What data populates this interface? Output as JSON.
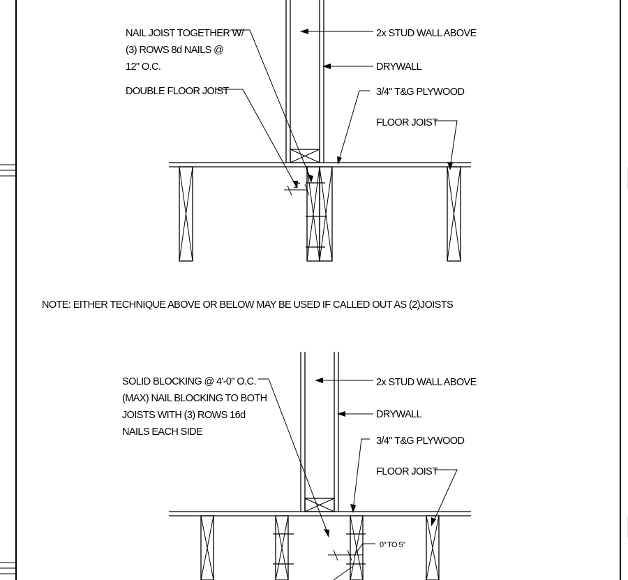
{
  "top_detail": {
    "nail_note": [
      "NAIL JOIST TOGETHER W/",
      "(3) ROWS 8d NAILS @",
      "12\" O.C."
    ],
    "double_joist": "DOUBLE FLOOR JOIST",
    "stud_wall": "2x STUD WALL ABOVE",
    "drywall": "DRYWALL",
    "plywood": "3/4\" T&G PLYWOOD",
    "floor_joist": "FLOOR JOIST",
    "dim": "2\""
  },
  "note": "NOTE: EITHER TECHNIQUE ABOVE OR BELOW MAY BE USED IF CALLED OUT AS (2)JOISTS",
  "bottom_detail": {
    "blocking_note": [
      "SOLID BLOCKING @ 4'-0\" O.C.",
      "(MAX) NAIL BLOCKING TO BOTH",
      "JOISTS WITH (3) ROWS 16d",
      "NAILS EACH SIDE"
    ],
    "stud_wall": "2x STUD WALL ABOVE",
    "drywall": "DRYWALL",
    "plywood": "3/4\" T&G PLYWOOD",
    "floor_joist": "FLOOR JOIST",
    "dim": "0\" TO 5\""
  }
}
